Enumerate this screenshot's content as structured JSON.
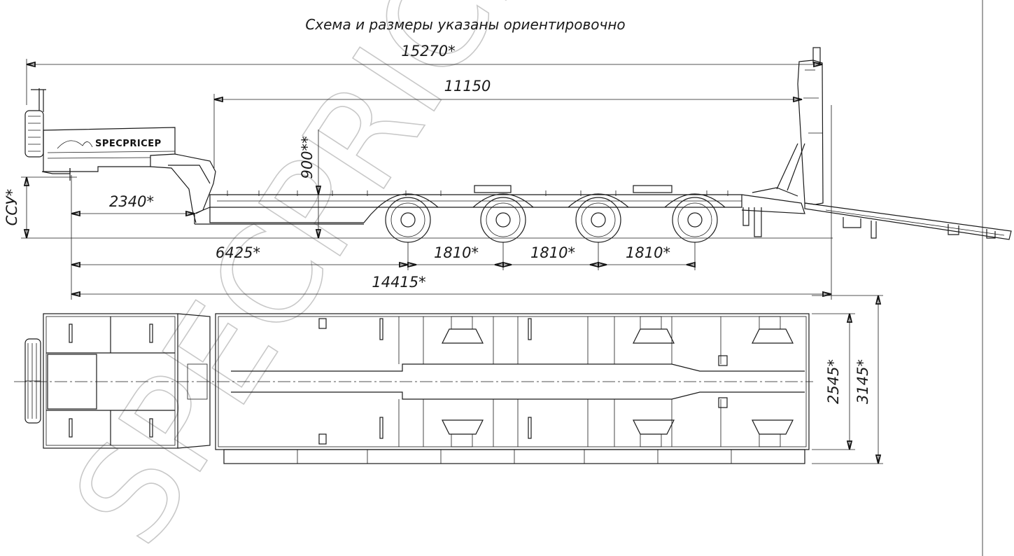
{
  "title": "Схема и размеры указаны ориентировочно",
  "brand": "SPECPRICEP",
  "watermark": "SPECPRICEP",
  "dimensions": {
    "overall_length": "15270*",
    "platform_length": "11150",
    "platform_height": "900**",
    "kingpin_to_front": "2340*",
    "kingpin_height": "ССУ*",
    "kingpin_to_axle": "6425*",
    "axle_spacing_1": "1810*",
    "axle_spacing_2": "1810*",
    "axle_spacing_3": "1810*",
    "length_to_rear": "14415*",
    "inner_width": "2545*",
    "overall_width": "3145*"
  },
  "colors": {
    "line": "#1a1a1a",
    "watermark": "#c8c8c8",
    "background": "#ffffff"
  }
}
